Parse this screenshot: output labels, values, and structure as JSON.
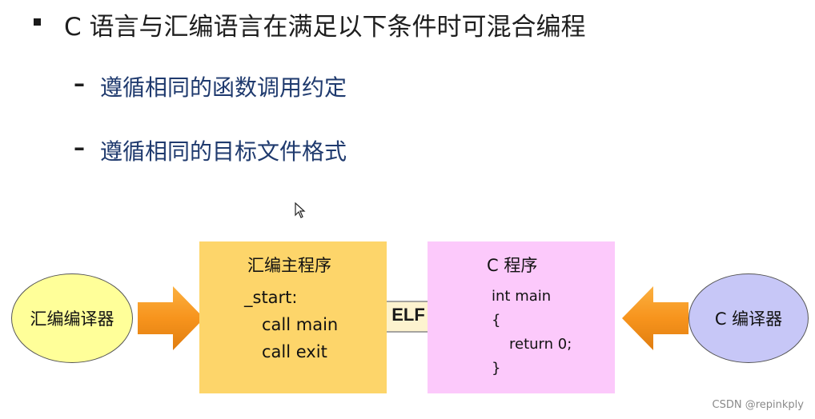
{
  "bullets": {
    "main": "C 语言与汇编语言在满足以下条件时可混合编程",
    "sub": [
      "遵循相同的函数调用约定",
      "遵循相同的目标文件格式"
    ],
    "dash": "–"
  },
  "diagram": {
    "asm_compiler": "汇编编译器",
    "c_compiler": "C 编译器",
    "asm_program": {
      "title": "汇编主程序",
      "lines": [
        "_start:",
        "call main",
        "call exit"
      ]
    },
    "c_program": {
      "title": "C 程序",
      "lines": [
        "int main",
        "{",
        "return 0;",
        "}"
      ]
    },
    "link_label": "ELF"
  },
  "colors": {
    "asm_compiler_fill": "#ffff99",
    "c_compiler_fill": "#c7c7f7",
    "asm_box_fill": "#fdd56a",
    "c_box_fill": "#fcc9fb",
    "arrow_orange": "#f7941d",
    "elf_arrow_fill": "#fdf3cf"
  },
  "watermark": "CSDN @repinkply"
}
